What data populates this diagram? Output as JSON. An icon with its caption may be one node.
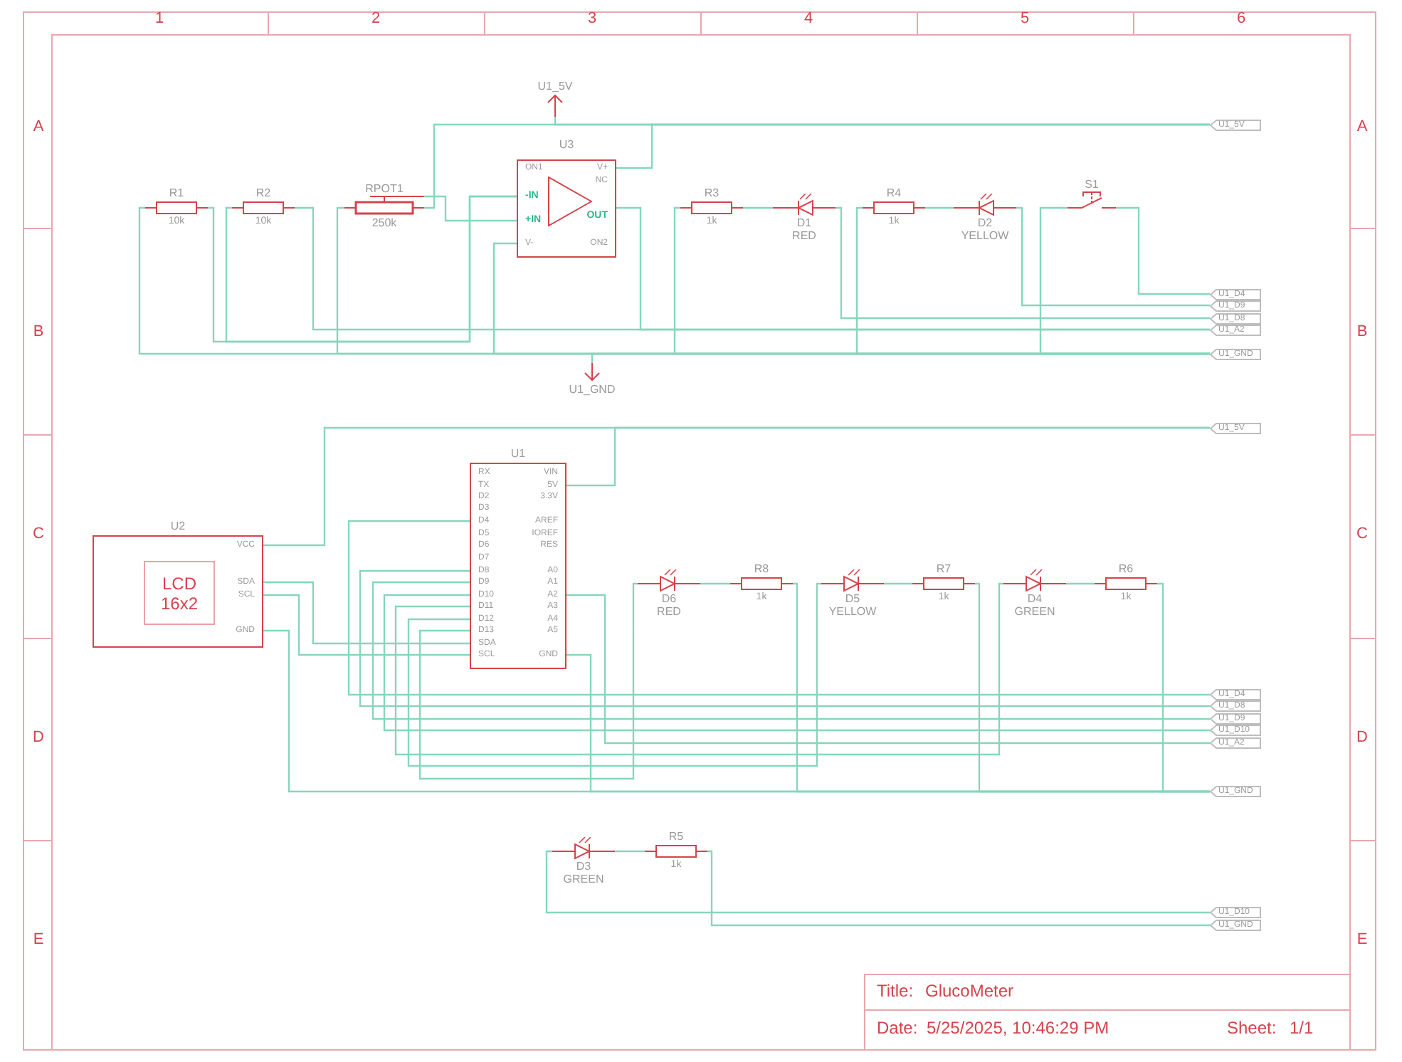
{
  "diagram": {
    "nodes": [
      {
        "text": [
          "R1",
          "10k"
        ]
      },
      {
        "text": [
          "R2",
          "10k"
        ]
      },
      {
        "text": [
          "RPOT1",
          "250k"
        ]
      },
      {
        "text": [
          "U3",
          "ON1",
          "V+",
          "NC",
          "-IN",
          "+IN",
          "OUT",
          "V-",
          "ON2"
        ]
      },
      {
        "text": [
          "R3",
          "1k"
        ]
      },
      {
        "text": [
          "D1",
          "RED"
        ]
      },
      {
        "text": [
          "R4",
          "1k"
        ]
      },
      {
        "text": [
          "D2",
          "YELLOW"
        ]
      },
      {
        "text": [
          "S1"
        ]
      },
      {
        "text": [
          "U1_5V"
        ]
      },
      {
        "text": [
          "U1_GND"
        ]
      },
      {
        "text": [
          "U1_5V"
        ]
      },
      {
        "text": [
          "U1_D4"
        ]
      },
      {
        "text": [
          "U1_D9"
        ]
      },
      {
        "text": [
          "U1_D8"
        ]
      },
      {
        "text": [
          "U1_A2"
        ]
      },
      {
        "text": [
          "U1_GND"
        ]
      },
      {
        "text": [
          "U1_5V"
        ]
      },
      {
        "text": [
          "U1",
          "RX",
          "TX",
          "D2",
          "D3",
          "D4",
          "D5",
          "D6",
          "D7",
          "D8",
          "D9",
          "D10",
          "D11",
          "D12",
          "D13",
          "SDA",
          "SCL",
          "VIN",
          "5V",
          "3.3V",
          "AREF",
          "IOREF",
          "RES",
          "A0",
          "A1",
          "A2",
          "A3",
          "A4",
          "A5",
          "GND"
        ]
      },
      {
        "text": [
          "U2",
          "VCC",
          "SDA",
          "SCL",
          "GND"
        ]
      },
      {
        "text": [
          "LCD 16x2"
        ],
        "in": 19
      },
      {
        "text": [
          "D6",
          "RED"
        ]
      },
      {
        "text": [
          "R8",
          "1k"
        ]
      },
      {
        "text": [
          "D5",
          "YELLOW"
        ]
      },
      {
        "text": [
          "R7",
          "1k"
        ]
      },
      {
        "text": [
          "D4",
          "GREEN"
        ]
      },
      {
        "text": [
          "R6",
          "1k"
        ]
      },
      {
        "text": [
          "U1_D4"
        ]
      },
      {
        "text": [
          "U1_D8"
        ]
      },
      {
        "text": [
          "U1_D9"
        ]
      },
      {
        "text": [
          "U1_D10"
        ]
      },
      {
        "text": [
          "U1_A2"
        ]
      },
      {
        "text": [
          "U1_GND"
        ]
      },
      {
        "text": [
          "D3",
          "GREEN"
        ]
      },
      {
        "text": [
          "R5",
          "1k"
        ]
      },
      {
        "text": [
          "U1_D10"
        ]
      },
      {
        "text": [
          "U1_GND"
        ]
      }
    ],
    "edges": [
      {
        "from": 9,
        "to": 11,
        "arrow": "none"
      },
      {
        "from": 2,
        "to": 11,
        "arrow": "none"
      },
      {
        "from": 3,
        "to": 11,
        "arrow": "none"
      },
      {
        "from": 0,
        "to": 3,
        "arrow": "none"
      },
      {
        "from": 1,
        "to": 3,
        "arrow": "none"
      },
      {
        "from": 1,
        "to": 15,
        "arrow": "none"
      },
      {
        "from": 3,
        "to": 15,
        "arrow": "none"
      },
      {
        "from": 2,
        "to": 3,
        "arrow": "none"
      },
      {
        "from": 0,
        "to": 16,
        "arrow": "none"
      },
      {
        "from": 2,
        "to": 16,
        "arrow": "none"
      },
      {
        "from": 3,
        "to": 16,
        "arrow": "none"
      },
      {
        "from": 4,
        "to": 16,
        "arrow": "none"
      },
      {
        "from": 6,
        "to": 16,
        "arrow": "none"
      },
      {
        "from": 8,
        "to": 16,
        "arrow": "none"
      },
      {
        "from": 10,
        "to": 16,
        "arrow": "none"
      },
      {
        "from": 4,
        "to": 5,
        "arrow": "none"
      },
      {
        "from": 5,
        "to": 14,
        "arrow": "none"
      },
      {
        "from": 6,
        "to": 7,
        "arrow": "none"
      },
      {
        "from": 7,
        "to": 13,
        "arrow": "none"
      },
      {
        "from": 8,
        "to": 12,
        "arrow": "none"
      },
      {
        "from": 19,
        "to": 17,
        "arrow": "none"
      },
      {
        "from": 18,
        "to": 17,
        "arrow": "none"
      },
      {
        "from": 18,
        "to": 27,
        "arrow": "none"
      },
      {
        "from": 18,
        "to": 28,
        "arrow": "none"
      },
      {
        "from": 18,
        "to": 29,
        "arrow": "none"
      },
      {
        "from": 18,
        "to": 30,
        "arrow": "none"
      },
      {
        "from": 18,
        "to": 25,
        "arrow": "none"
      },
      {
        "from": 18,
        "to": 23,
        "arrow": "none"
      },
      {
        "from": 18,
        "to": 21,
        "arrow": "none"
      },
      {
        "from": 19,
        "to": 18,
        "arrow": "none"
      },
      {
        "from": 19,
        "to": 18,
        "arrow": "none"
      },
      {
        "from": 19,
        "to": 32,
        "arrow": "none"
      },
      {
        "from": 18,
        "to": 32,
        "arrow": "none"
      },
      {
        "from": 18,
        "to": 31,
        "arrow": "none"
      },
      {
        "from": 21,
        "to": 22,
        "arrow": "none"
      },
      {
        "from": 22,
        "to": 32,
        "arrow": "none"
      },
      {
        "from": 23,
        "to": 24,
        "arrow": "none"
      },
      {
        "from": 24,
        "to": 32,
        "arrow": "none"
      },
      {
        "from": 25,
        "to": 26,
        "arrow": "none"
      },
      {
        "from": 26,
        "to": 32,
        "arrow": "none"
      },
      {
        "from": 33,
        "to": 34,
        "arrow": "none"
      },
      {
        "from": 33,
        "to": 35,
        "arrow": "none"
      },
      {
        "from": 34,
        "to": 36,
        "arrow": "none"
      }
    ],
    "labels": [
      "1",
      "2",
      "3",
      "4",
      "5",
      "6",
      "A",
      "A",
      "B",
      "B",
      "C",
      "C",
      "D",
      "D",
      "E",
      "E",
      "Title:",
      "GlucoMeter",
      "Date:",
      "5/25/2025, 10:46:29 PM",
      "Sheet:",
      "1/1"
    ]
  }
}
